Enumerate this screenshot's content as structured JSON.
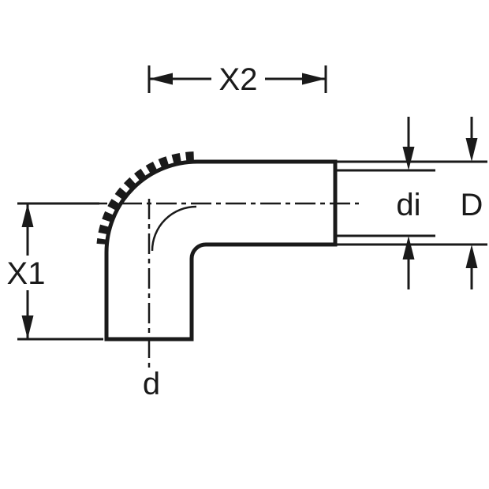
{
  "diagram": {
    "labels": {
      "x2": "X2",
      "x1": "X1",
      "inner_diameter": "di",
      "outer_diameter": "D",
      "spigot_diameter": "d"
    },
    "colors": {
      "line": "#1a1a1a",
      "background": "#ffffff"
    }
  }
}
